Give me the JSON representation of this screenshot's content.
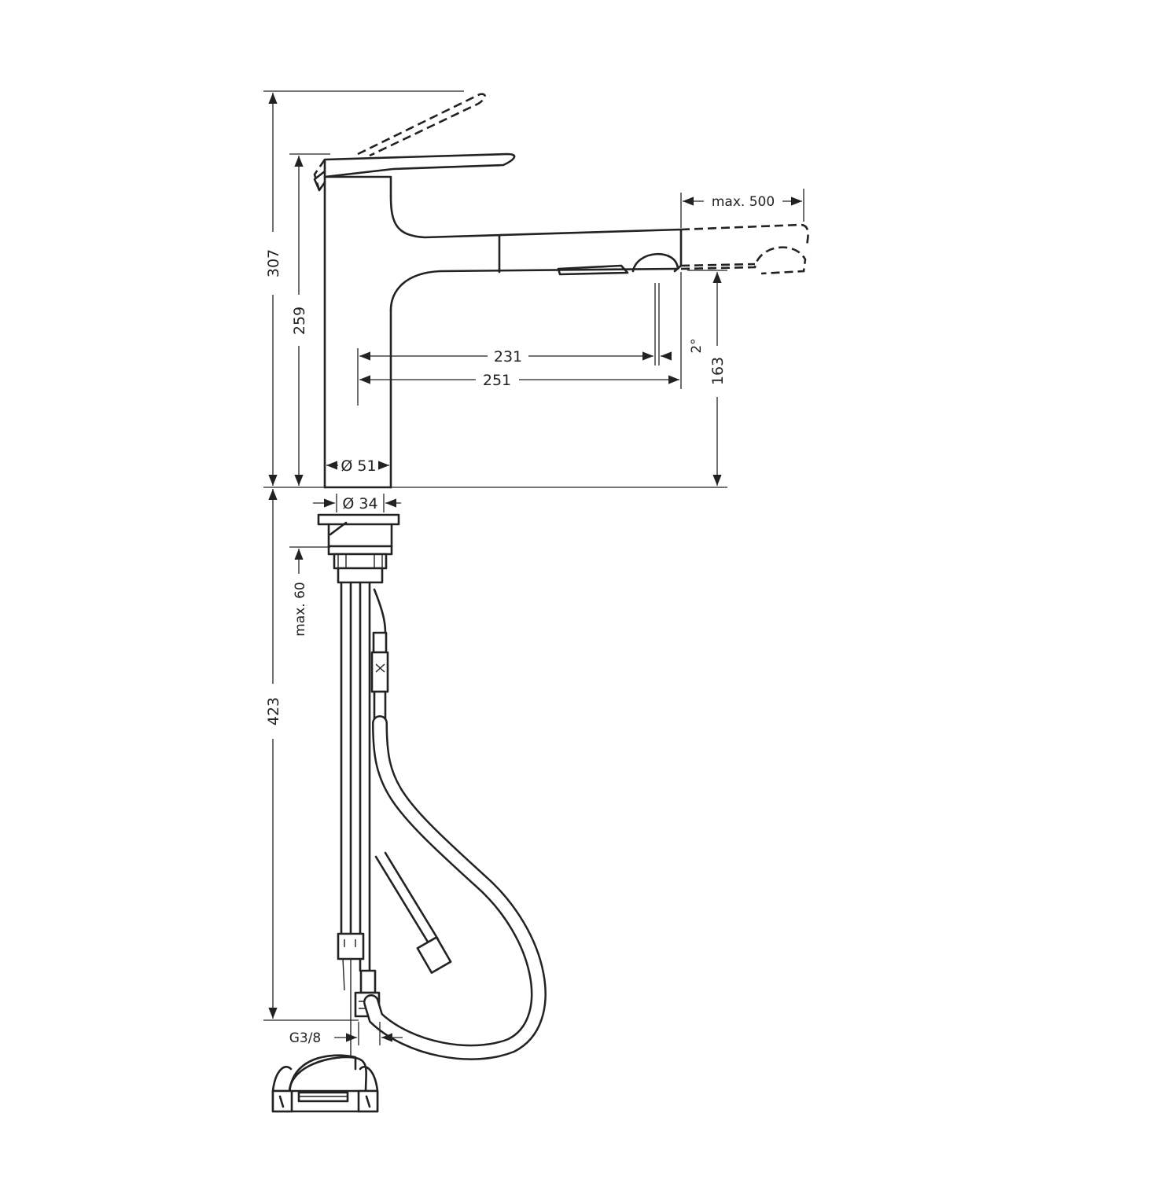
{
  "dimensions": {
    "total_height": "307",
    "spout_height": "259",
    "clearance": "163",
    "reach_231": "231",
    "reach_251": "251",
    "angle": "2°",
    "pullout": "max. 500",
    "body_diameter": "Ø 51",
    "shank_diameter": "Ø 34",
    "max_thickness": "max. 60",
    "below_length": "423",
    "thread": "G3/8"
  },
  "colors": {
    "line": "#222222",
    "background": "#ffffff"
  }
}
